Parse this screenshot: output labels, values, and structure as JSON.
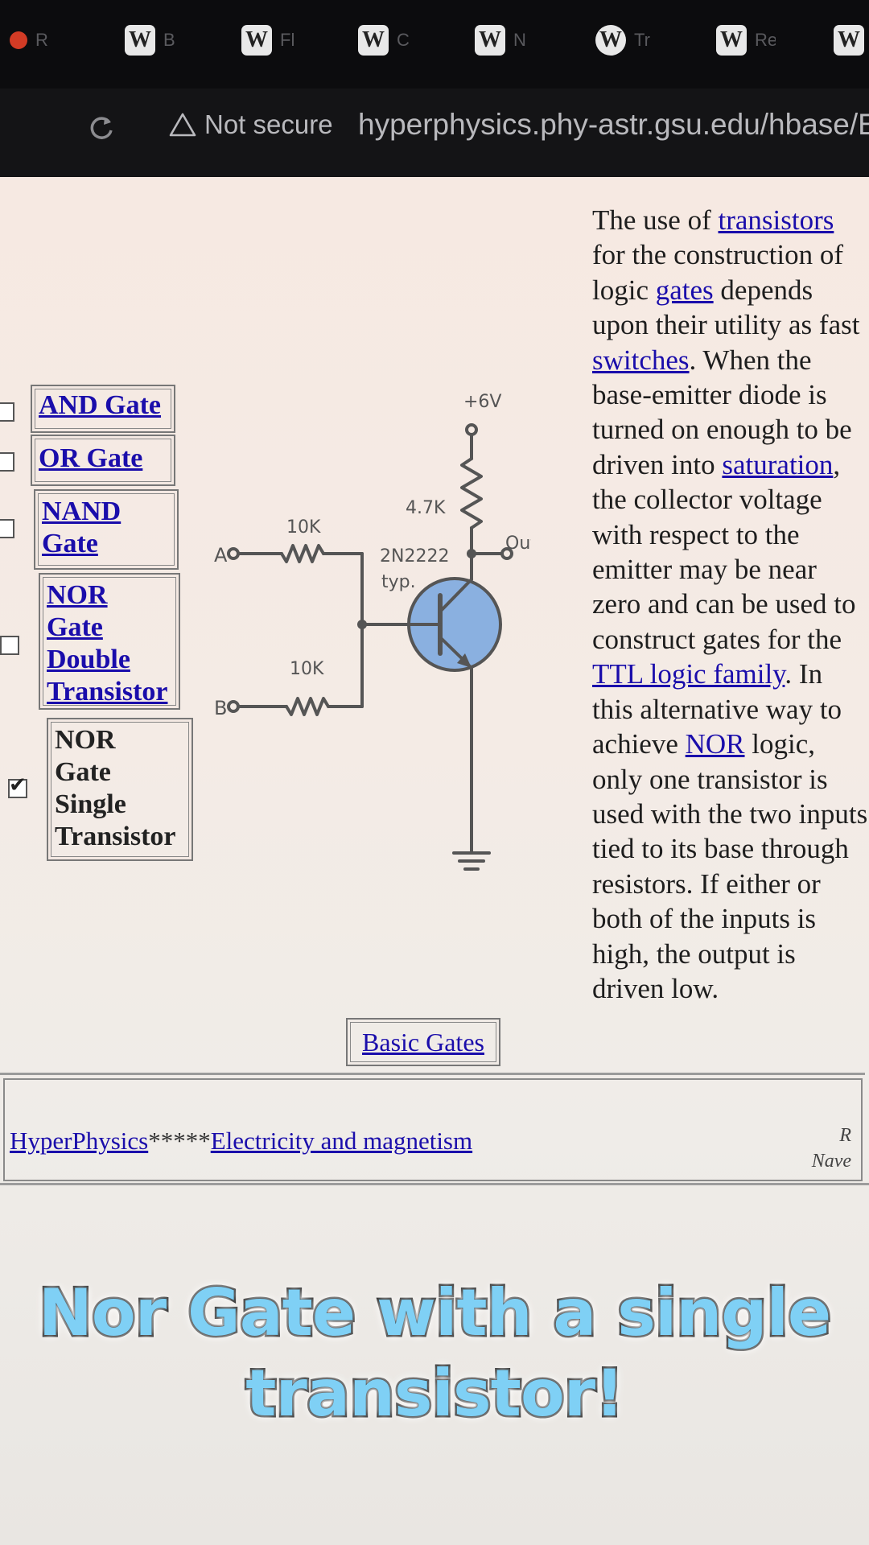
{
  "browser": {
    "tabs": [
      {
        "icon": "recorder-icon",
        "text": "R"
      },
      {
        "icon": "wikipedia-icon",
        "glyph": "W",
        "text": "B"
      },
      {
        "icon": "wikipedia-icon",
        "glyph": "W",
        "text": "Fl"
      },
      {
        "icon": "wikipedia-icon",
        "glyph": "W",
        "text": "C"
      },
      {
        "icon": "wikipedia-icon",
        "glyph": "W",
        "text": "N"
      },
      {
        "icon": "wikipedia-round-icon",
        "glyph": "W",
        "text": "Tr"
      },
      {
        "icon": "wikipedia-icon",
        "glyph": "W",
        "text": "Re"
      },
      {
        "icon": "wikipedia-icon",
        "glyph": "W",
        "text": ""
      }
    ],
    "security_label": "Not secure",
    "url": "hyperphysics.phy-astr.gsu.edu/hbase/E"
  },
  "nav": {
    "items": [
      {
        "label": "AND Gate",
        "checked": false,
        "current": false
      },
      {
        "label": "OR Gate",
        "checked": false,
        "current": false
      },
      {
        "label": "NAND Gate",
        "lines": [
          "NAND",
          "Gate"
        ],
        "checked": false,
        "current": false
      },
      {
        "label": "NOR Gate Double Transistor",
        "lines": [
          "NOR",
          "Gate",
          "Double",
          "Transistor"
        ],
        "checked": false,
        "current": false
      },
      {
        "label": "NOR Gate Single Transistor",
        "lines": [
          "NOR",
          "Gate",
          "Single",
          "Transistor"
        ],
        "checked": true,
        "current": true
      }
    ]
  },
  "circuit": {
    "supply": "+6V",
    "resistor_collector": "4.7K",
    "resistor_a": "10K",
    "resistor_b": "10K",
    "input_a": "A",
    "input_b": "B",
    "output": "Out",
    "transistor_part": "2N2222",
    "transistor_note": "typ."
  },
  "description": {
    "segments": [
      {
        "text": "The use of "
      },
      {
        "text": "transistors",
        "link": true
      },
      {
        "text": " for the construction of logic "
      },
      {
        "text": "gates",
        "link": true
      },
      {
        "text": " depends upon their utility as fast "
      },
      {
        "text": "switches",
        "link": true
      },
      {
        "text": ". When the base-emitter diode is turned on enough to be driven into "
      },
      {
        "text": "saturation",
        "link": true
      },
      {
        "text": ", the collector voltage with respect to the emitter may be near zero and can be used to construct gates for the "
      },
      {
        "text": "TTL logic family",
        "link": true
      },
      {
        "text": ". In this alternative way to achieve "
      },
      {
        "text": "NOR",
        "link": true
      },
      {
        "text": " logic, only one transistor is used with the two inputs tied to its base through resistors. If either or both of the inputs is high, the output is driven low."
      }
    ]
  },
  "basic_gates_label": "Basic Gates",
  "footer": {
    "home_link": "HyperPhysics",
    "stars": "*****",
    "section_link": "Electricity and magnetism",
    "author_initial": "R",
    "author_name": "Nave"
  },
  "caption": {
    "line1": "Nor Gate with a single",
    "line2": "transistor!",
    "fill_color": "#7fd0f5"
  }
}
